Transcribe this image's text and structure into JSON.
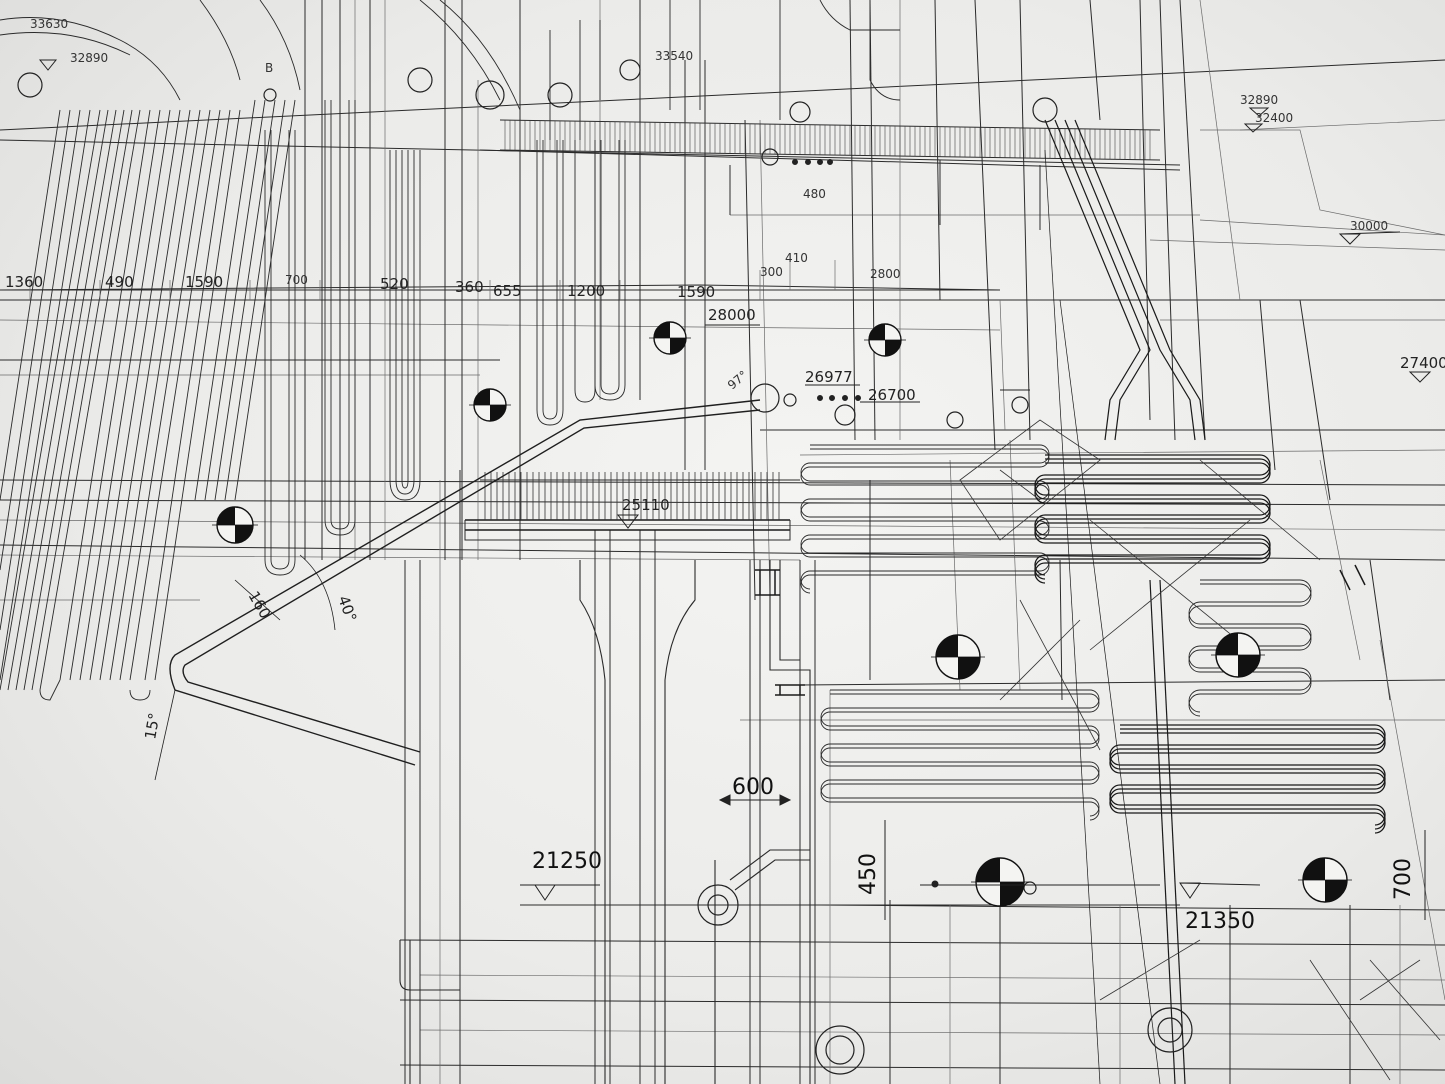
{
  "drawing": {
    "elevations": [
      "33630",
      "32890",
      "33540",
      "32890",
      "32400",
      "30000",
      "28000",
      "27400",
      "26977",
      "26700",
      "25110",
      "21250",
      "21350"
    ],
    "dimensions_top": [
      "1360",
      "490",
      "1590",
      "700",
      "520",
      "360",
      "655",
      "1200",
      "1590",
      "300",
      "410",
      "2800"
    ],
    "dimension_480": "480",
    "dimension_600": "600",
    "dimension_450": "450",
    "dimension_700": "700",
    "dimension_160": "160",
    "angle_40": "40°",
    "angle_15": "15°",
    "angle_97": "97°",
    "label_b": "B"
  }
}
